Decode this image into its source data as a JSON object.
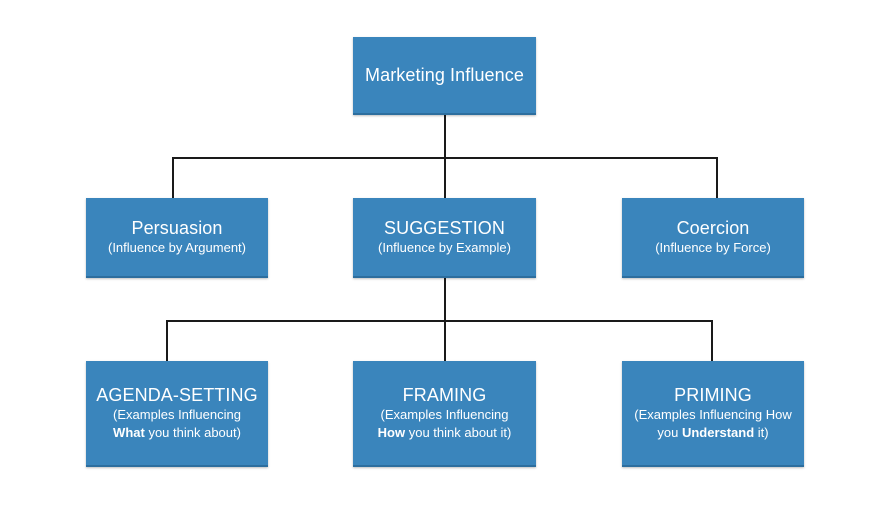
{
  "diagram": {
    "root": {
      "title": "Marketing Influence"
    },
    "level1": [
      {
        "title": "Persuasion",
        "sub": "(Influence by Argument)"
      },
      {
        "title": "SUGGESTION",
        "sub": "(Influence by Example)"
      },
      {
        "title": "Coercion",
        "sub": "(Influence by Force)"
      }
    ],
    "level2": [
      {
        "title": "AGENDA-SETTING",
        "line1": "(Examples Influencing",
        "bold": "What",
        "rest": " you think about)"
      },
      {
        "title": "FRAMING",
        "line1": "(Examples Influencing",
        "bold": "How",
        "rest": " you think about it)"
      },
      {
        "title": "PRIMING",
        "line1": "(Examples Influencing How",
        "pre": "you ",
        "bold": "Understand",
        "rest": " it)"
      }
    ]
  },
  "colors": {
    "box_fill": "#3a85bc",
    "connector": "#1a1a1a",
    "text": "#ffffff"
  }
}
